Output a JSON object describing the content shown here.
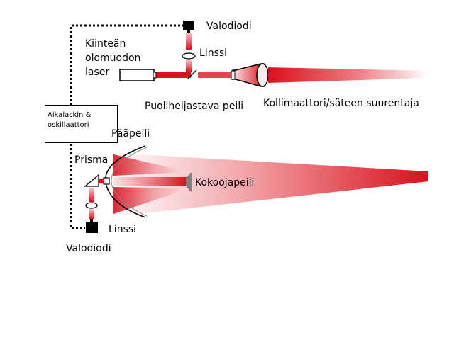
{
  "labels": {
    "photodiode_top": "Valodiodi",
    "laser": [
      "Kiinteän",
      "olomuodon",
      "laser"
    ],
    "lens_top": "Linssi",
    "beam_splitter": "Puoliheijastava peili",
    "collimator": "Kollimaattori/säteen suurentaja",
    "timer_box": [
      "Aikalaskin &",
      "oskillaattori"
    ],
    "primary_mirror": "Pääpeili",
    "prism": "Prisma",
    "secondary_mirror": "Kokoojapeili",
    "lens_bottom": "Linssi",
    "photodiode_bottom": "Valodiodi"
  },
  "colors": {
    "beam": "#d8101c",
    "beam_fade": "#ffffff",
    "outline": "#000000",
    "mirror_grey": "#808080"
  }
}
